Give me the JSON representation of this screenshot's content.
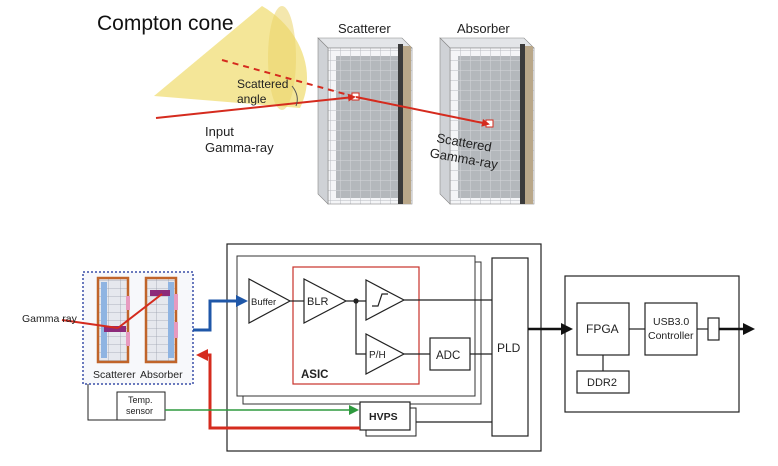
{
  "compton": {
    "title": "Compton cone",
    "scatterer_label": "Scatterer",
    "absorber_label": "Absorber",
    "scattered_angle_line1": "Scattered",
    "scattered_angle_line2": "angle",
    "input_line1": "Input",
    "input_line2": "Gamma-ray",
    "scattered_ray_line1": "Scattered",
    "scattered_ray_line2": "Gamma-ray"
  },
  "block": {
    "gamma_ray_label": "Gamma ray",
    "scatterer_label": "Scatterer",
    "absorber_label": "Absorber",
    "buffer_label": "Buffer",
    "blr_label": "BLR",
    "ph_label": "P/H",
    "adc_label": "ADC",
    "asic_label": "ASIC",
    "pld_label": "PLD",
    "hvps_label": "HVPS",
    "temp_line1": "Temp.",
    "temp_line2": "sensor",
    "fpga_label": "FPGA",
    "ddr2_label": "DDR2",
    "usb_line1": "USB3.0",
    "usb_line2": "Controller"
  },
  "colors": {
    "cone": "#f3e592",
    "ray": "#d52b1e",
    "blue_signal": "#1f57a8",
    "green_signal": "#2e9a3e",
    "asic_border": "#c8312a",
    "dotted_border": "#3a4fa8"
  }
}
